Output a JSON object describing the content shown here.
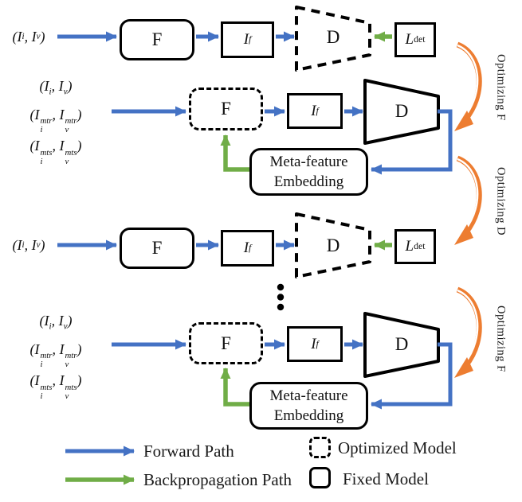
{
  "figure": {
    "background": "#ffffff",
    "colors": {
      "forward_path": "#4472C4",
      "backprop_path": "#70AD47",
      "optimizing_arrow": "#ED7D31",
      "model_outline": "#000000"
    }
  },
  "row1": {
    "input": "(I_{i}, I_{v})",
    "extractor": "F",
    "feature": "I_{f}",
    "detector": "D",
    "loss": "L_{det}"
  },
  "row2": {
    "input_lines": [
      "(I_{i}, I_{v})",
      "(I_{i}^{mtr}, I_{v}^{mtr})",
      "(I_{i}^{mts}, I_{v}^{mts})"
    ],
    "extractor": "F",
    "feature": "I_{f}",
    "detector": "D",
    "meta_line1": "Meta-feature",
    "meta_line2": "Embedding"
  },
  "row3": {
    "input": "(I_{i}, I_{v})",
    "extractor": "F",
    "feature": "I_{f}",
    "detector": "D",
    "loss": "L_{det}"
  },
  "row4": {
    "input_lines": [
      "(I_{i}, I_{v})",
      "(I_{i}^{mtr}, I_{v}^{mtr})",
      "(I_{i}^{mts}, I_{v}^{mts})"
    ],
    "extractor": "F",
    "feature": "I_{f}",
    "detector": "D",
    "meta_line1": "Meta-feature",
    "meta_line2": "Embedding"
  },
  "optimizing_labels": [
    "Optimizing F",
    "Optimizing D",
    "Optimizing F"
  ],
  "legend": {
    "forward": "Forward Path",
    "backprop": "Backpropagation Path",
    "optimized": "Optimized Model",
    "fixed": "Fixed Model"
  }
}
